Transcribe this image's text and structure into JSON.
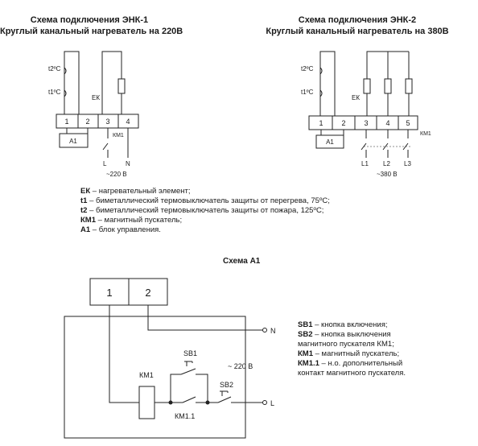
{
  "enk1": {
    "title1": "Схема подключения ЭНК-1",
    "title2": "Круглый канальный нагреватель на 220В",
    "t2": "t2ºC",
    "t1": "t1ºC",
    "ek": "ЕК",
    "terminals": [
      "1",
      "2",
      "3",
      "4"
    ],
    "a1": "А1",
    "km1": "КМ1",
    "lineL": "L",
    "lineN": "N",
    "voltage": "~220 В"
  },
  "enk2": {
    "title1": "Схема подключения ЭНК-2",
    "title2": "Круглый канальный нагреватель на 380В",
    "t2": "t2ºC",
    "t1": "t1ºC",
    "ek": "ЕК",
    "terminals": [
      "1",
      "2",
      "3",
      "4",
      "5"
    ],
    "a1": "А1",
    "km1": "КМ1",
    "l1": "L1",
    "l2": "L2",
    "l3": "L3",
    "voltage": "~380 В"
  },
  "legend1": [
    {
      "key": "ЕК",
      "text": " – нагревательный элемент;"
    },
    {
      "key": "t1",
      "text": " – биметаллический термовыключатель защиты от перегрева, 75ºC;"
    },
    {
      "key": "t2",
      "text": " – биметаллический термовыключатель защиты от пожара, 125ºC;"
    },
    {
      "key": "КМ1",
      "text": " – магнитный пускатель;"
    },
    {
      "key": "А1",
      "text": " – блок управления."
    }
  ],
  "a1": {
    "title": "Схема А1",
    "terminals": [
      "1",
      "2"
    ],
    "n": "N",
    "l": "L",
    "sb1": "SB1",
    "sb2": "SB2",
    "voltage": "~ 220 В",
    "km1": "КМ1",
    "km11": "КМ1.1"
  },
  "legend2": [
    {
      "key": "SB1",
      "text": " – кнопка включения;"
    },
    {
      "key": "SB2",
      "text": " – кнопка выключения"
    },
    {
      "key": "",
      "text": "магнитного пускателя КМ1;"
    },
    {
      "key": "КМ1",
      "text": " – магнитный пускатель;"
    },
    {
      "key": "КМ1.1",
      "text": " – н.о. дополнительный"
    },
    {
      "key": "",
      "text": "контакт магнитного пускателя."
    }
  ]
}
